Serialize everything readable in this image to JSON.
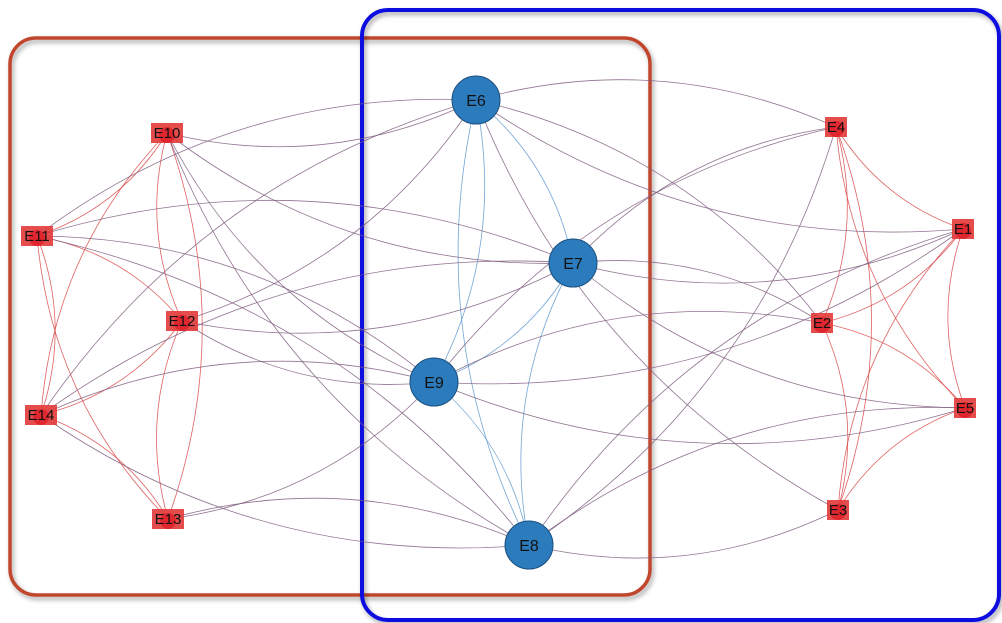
{
  "colors": {
    "group_red_border": "#c0462e",
    "group_blue_border": "#1010e0",
    "blue_node_fill": "#2c7bbd",
    "red_node_fill": "#e0262e",
    "red_label_bg": "#e23a3a",
    "edge_red": "#d94545",
    "edge_blue": "#5b96cf",
    "edge_mixed": "#7d5a7e"
  },
  "groups": [
    {
      "id": "red-group",
      "color": "red"
    },
    {
      "id": "blue-group",
      "color": "blue"
    }
  ],
  "nodes": [
    {
      "id": "E1",
      "label": "E1",
      "type": "red"
    },
    {
      "id": "E2",
      "label": "E2",
      "type": "red"
    },
    {
      "id": "E3",
      "label": "E3",
      "type": "red"
    },
    {
      "id": "E4",
      "label": "E4",
      "type": "red"
    },
    {
      "id": "E5",
      "label": "E5",
      "type": "red"
    },
    {
      "id": "E6",
      "label": "E6",
      "type": "blue"
    },
    {
      "id": "E7",
      "label": "E7",
      "type": "blue"
    },
    {
      "id": "E8",
      "label": "E8",
      "type": "blue"
    },
    {
      "id": "E9",
      "label": "E9",
      "type": "blue"
    },
    {
      "id": "E10",
      "label": "E10",
      "type": "red"
    },
    {
      "id": "E11",
      "label": "E11",
      "type": "red"
    },
    {
      "id": "E12",
      "label": "E12",
      "type": "red"
    },
    {
      "id": "E13",
      "label": "E13",
      "type": "red"
    },
    {
      "id": "E14",
      "label": "E14",
      "type": "red"
    }
  ],
  "edges": [
    [
      "E1",
      "E2"
    ],
    [
      "E1",
      "E3"
    ],
    [
      "E1",
      "E4"
    ],
    [
      "E1",
      "E5"
    ],
    [
      "E2",
      "E3"
    ],
    [
      "E2",
      "E4"
    ],
    [
      "E2",
      "E5"
    ],
    [
      "E3",
      "E4"
    ],
    [
      "E3",
      "E5"
    ],
    [
      "E4",
      "E5"
    ],
    [
      "E10",
      "E11"
    ],
    [
      "E10",
      "E12"
    ],
    [
      "E10",
      "E13"
    ],
    [
      "E10",
      "E14"
    ],
    [
      "E11",
      "E12"
    ],
    [
      "E11",
      "E13"
    ],
    [
      "E11",
      "E14"
    ],
    [
      "E12",
      "E13"
    ],
    [
      "E12",
      "E14"
    ],
    [
      "E13",
      "E14"
    ],
    [
      "E6",
      "E7"
    ],
    [
      "E6",
      "E8"
    ],
    [
      "E6",
      "E9"
    ],
    [
      "E7",
      "E8"
    ],
    [
      "E7",
      "E9"
    ],
    [
      "E8",
      "E9"
    ],
    [
      "E6",
      "E4"
    ],
    [
      "E6",
      "E1"
    ],
    [
      "E6",
      "E2"
    ],
    [
      "E6",
      "E3"
    ],
    [
      "E6",
      "E10"
    ],
    [
      "E6",
      "E11"
    ],
    [
      "E6",
      "E12"
    ],
    [
      "E6",
      "E14"
    ],
    [
      "E7",
      "E4"
    ],
    [
      "E7",
      "E1"
    ],
    [
      "E7",
      "E2"
    ],
    [
      "E7",
      "E5"
    ],
    [
      "E7",
      "E10"
    ],
    [
      "E7",
      "E11"
    ],
    [
      "E7",
      "E12"
    ],
    [
      "E7",
      "E14"
    ],
    [
      "E9",
      "E4"
    ],
    [
      "E9",
      "E1"
    ],
    [
      "E9",
      "E2"
    ],
    [
      "E9",
      "E5"
    ],
    [
      "E9",
      "E10"
    ],
    [
      "E9",
      "E11"
    ],
    [
      "E9",
      "E12"
    ],
    [
      "E9",
      "E14"
    ],
    [
      "E9",
      "E13"
    ],
    [
      "E8",
      "E4"
    ],
    [
      "E8",
      "E1"
    ],
    [
      "E8",
      "E3"
    ],
    [
      "E8",
      "E5"
    ],
    [
      "E8",
      "E13"
    ],
    [
      "E8",
      "E14"
    ],
    [
      "E8",
      "E11"
    ],
    [
      "E8",
      "E10"
    ]
  ]
}
